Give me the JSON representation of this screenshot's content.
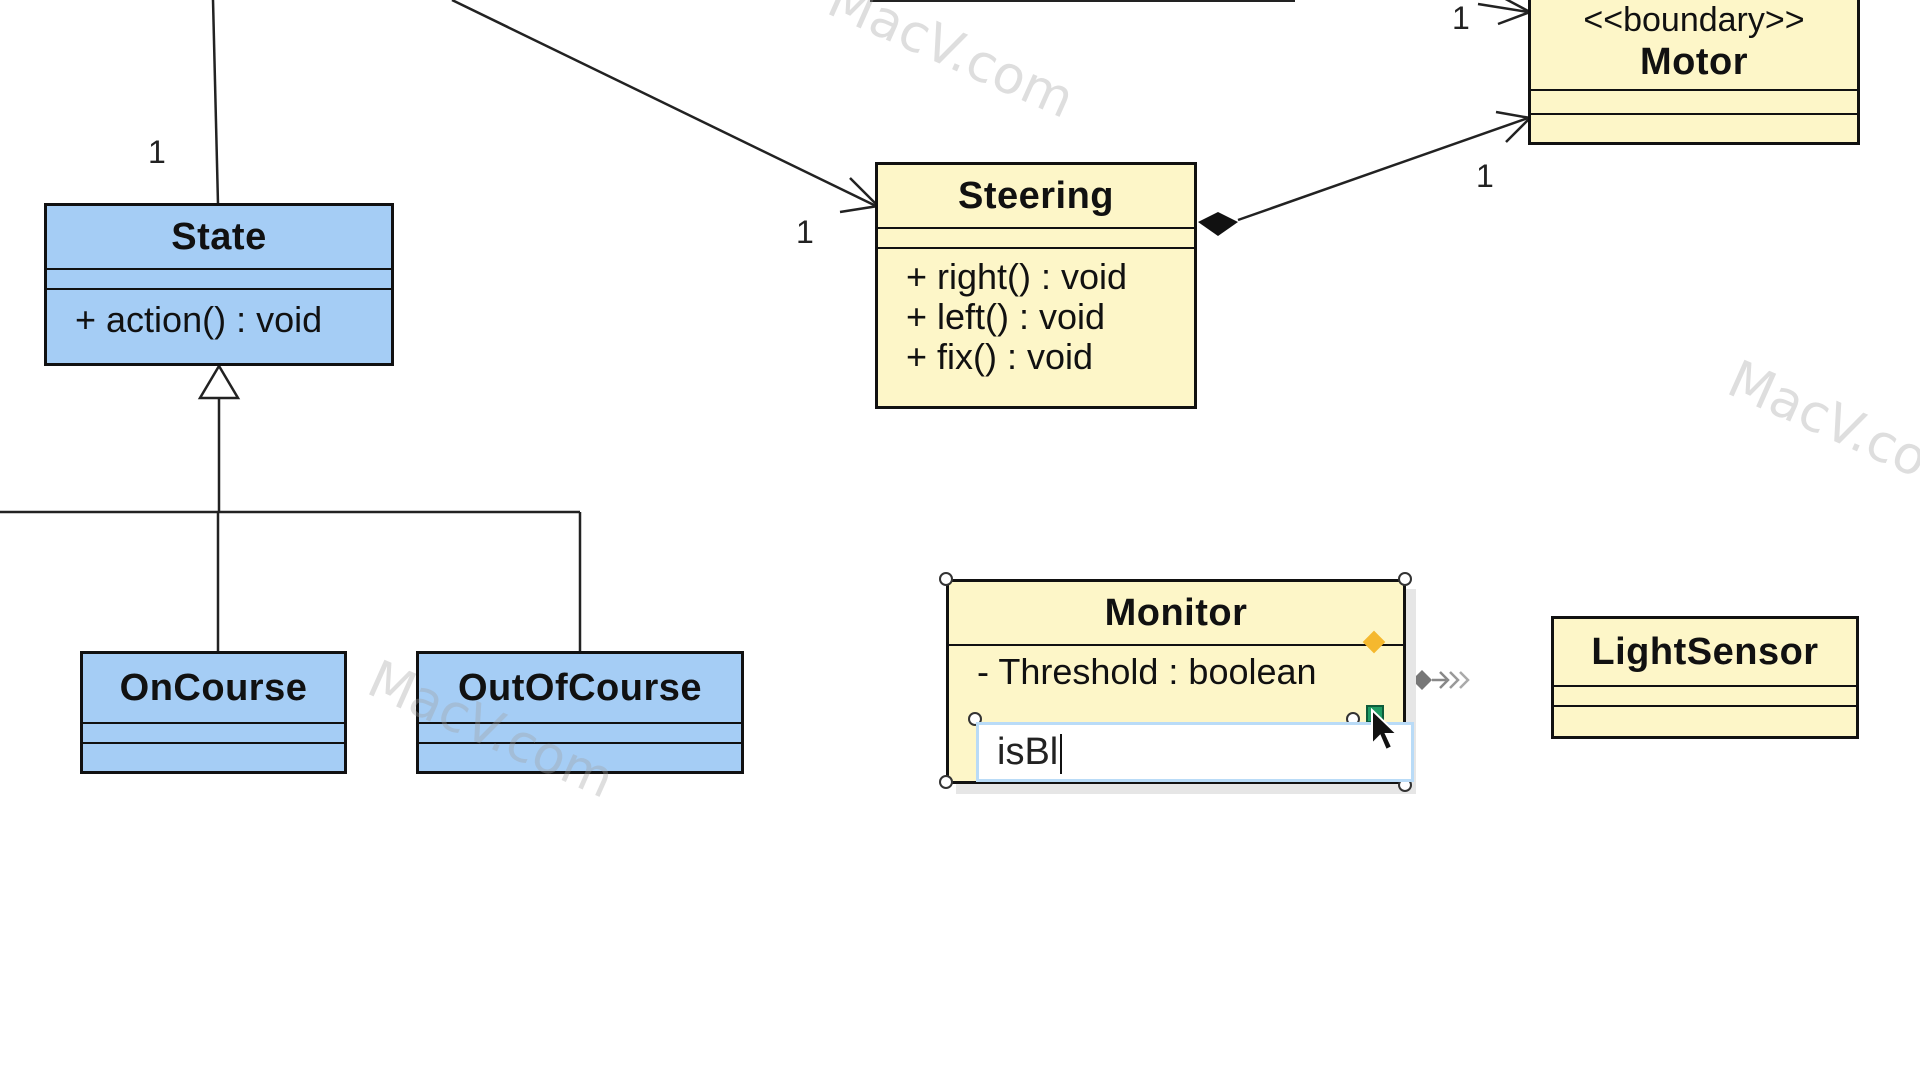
{
  "classes": {
    "state": {
      "name": "State",
      "operations": [
        "+ action() : void"
      ]
    },
    "on_course": {
      "name": "OnCourse"
    },
    "out_of_course": {
      "name": "OutOfCourse"
    },
    "steering": {
      "name": "Steering",
      "operations": [
        "+ right() : void",
        "+ left() : void",
        "+ fix() : void"
      ]
    },
    "motor": {
      "stereotype": "<<boundary>>",
      "name": "Motor"
    },
    "monitor": {
      "name": "Monitor",
      "attributes": [
        "- Threshold : boolean"
      ]
    },
    "light_sensor": {
      "name": "LightSensor"
    }
  },
  "multiplicities": {
    "state_top": "1",
    "steering_left": "1",
    "motor_top": "1",
    "motor_bottom": "1"
  },
  "inline_editor": {
    "value": "isBl"
  },
  "watermark": "MacV.com",
  "colors": {
    "class_blue": "#a5cdf5",
    "class_yellow": "#fdf6c8",
    "selection_handle_diamond": "#f5b82e",
    "editor_border": "#b9dbf7"
  }
}
